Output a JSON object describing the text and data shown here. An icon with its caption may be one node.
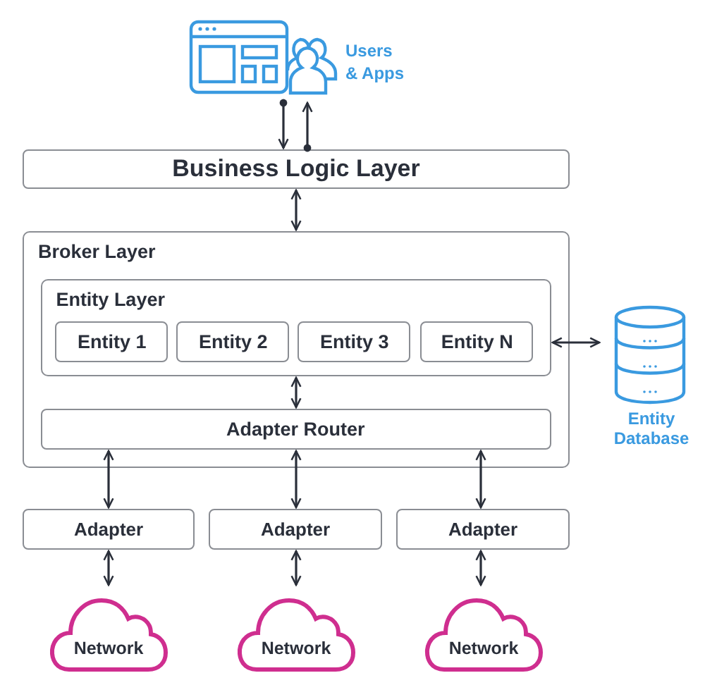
{
  "diagram": {
    "nodes": [
      {
        "text": [
          "Users & Apps"
        ]
      },
      {
        "text": [
          "Business Logic Layer"
        ]
      },
      {
        "text": [
          "Broker Layer"
        ]
      },
      {
        "text": [
          "Entity Layer"
        ],
        "in": 2
      },
      {
        "text": [
          "Entity 1"
        ],
        "in": 3
      },
      {
        "text": [
          "Entity 2"
        ],
        "in": 3
      },
      {
        "text": [
          "Entity 3"
        ],
        "in": 3
      },
      {
        "text": [
          "Entity N"
        ],
        "in": 3
      },
      {
        "text": [
          "Adapter Router"
        ],
        "in": 2
      },
      {
        "text": [
          "Entity Database"
        ]
      },
      {
        "text": [
          "Adapter"
        ]
      },
      {
        "text": [
          "Adapter"
        ]
      },
      {
        "text": [
          "Adapter"
        ]
      },
      {
        "text": [
          "Network"
        ]
      },
      {
        "text": [
          "Network"
        ]
      },
      {
        "text": [
          "Network"
        ]
      }
    ],
    "edges": [
      {
        "from": 0,
        "to": 1,
        "arrow": "to"
      },
      {
        "from": 1,
        "to": 0,
        "arrow": "to"
      },
      {
        "from": 1,
        "to": 2,
        "arrow": "both"
      },
      {
        "from": 3,
        "to": 8,
        "arrow": "both"
      },
      {
        "from": 3,
        "to": 9,
        "arrow": "both"
      },
      {
        "from": 8,
        "to": 10,
        "arrow": "both"
      },
      {
        "from": 8,
        "to": 11,
        "arrow": "both"
      },
      {
        "from": 8,
        "to": 12,
        "arrow": "both"
      },
      {
        "from": 10,
        "to": 13,
        "arrow": "both"
      },
      {
        "from": 11,
        "to": 14,
        "arrow": "both"
      },
      {
        "from": 12,
        "to": 15,
        "arrow": "both"
      }
    ]
  }
}
